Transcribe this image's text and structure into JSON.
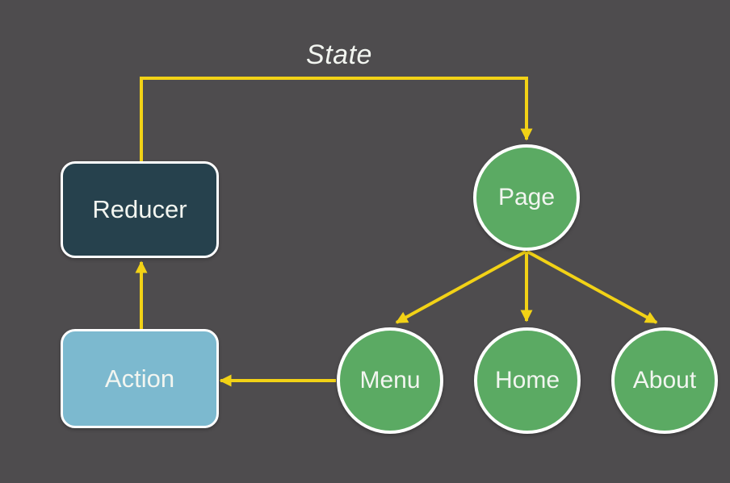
{
  "colors": {
    "background": "#4e4c4e",
    "yellow": "#f2d216",
    "reducer_fill": "#26414d",
    "action_fill": "#7cb9cf",
    "circle_fill": "#5baa63",
    "node_border": "#ffffff",
    "text": "#f2f5f0"
  },
  "diagram": {
    "state_label": "State",
    "nodes": {
      "reducer": {
        "label": "Reducer",
        "shape": "rounded-rect"
      },
      "action": {
        "label": "Action",
        "shape": "rounded-rect"
      },
      "page": {
        "label": "Page",
        "shape": "circle"
      },
      "menu": {
        "label": "Menu",
        "shape": "circle"
      },
      "home": {
        "label": "Home",
        "shape": "circle"
      },
      "about": {
        "label": "About",
        "shape": "circle"
      }
    },
    "edges": [
      {
        "from": "Reducer",
        "to": "Page",
        "label": "State",
        "style": "elbow"
      },
      {
        "from": "Action",
        "to": "Reducer",
        "label": "",
        "style": "straight"
      },
      {
        "from": "Menu",
        "to": "Action",
        "label": "",
        "style": "straight"
      },
      {
        "from": "Page",
        "to": "Menu",
        "label": "",
        "style": "straight"
      },
      {
        "from": "Page",
        "to": "Home",
        "label": "",
        "style": "straight"
      },
      {
        "from": "Page",
        "to": "About",
        "label": "",
        "style": "straight"
      }
    ]
  }
}
